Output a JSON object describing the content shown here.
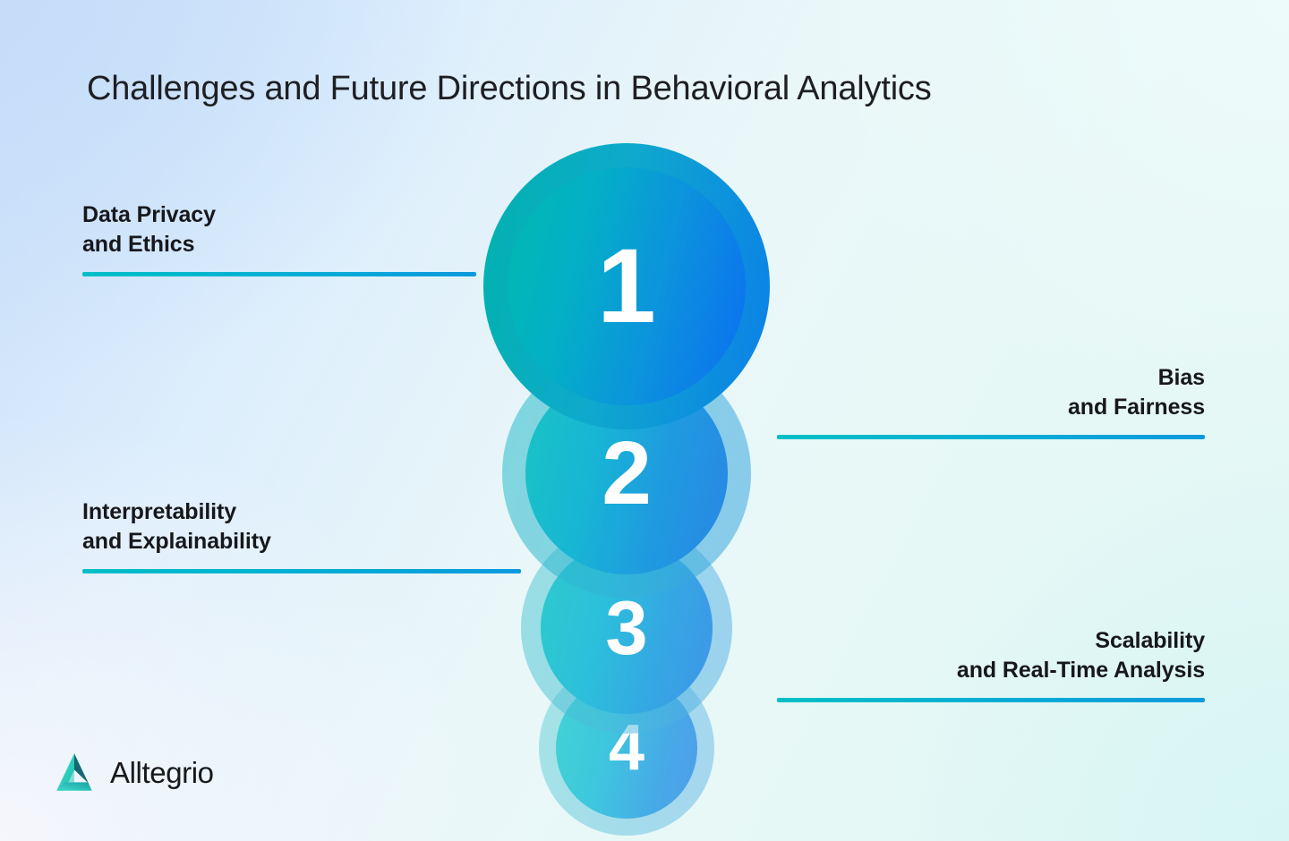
{
  "page": {
    "title": "Challenges and Future Directions in Behavioral Analytics",
    "background_colors": {
      "top_left": "#cadef9",
      "top_right": "#eefbfb",
      "bottom_right": "#e3f7f4",
      "bottom_left": "#f6f7fc"
    },
    "accent_gradient_start": "#00bfc6",
    "accent_gradient_end": "#0c9ade"
  },
  "steps": [
    {
      "number": "1",
      "label": "Data Privacy\nand Ethics",
      "side": "left",
      "disc_gradient_start": "#01b9b0",
      "disc_gradient_end": "#0b6ef2"
    },
    {
      "number": "2",
      "label": "Bias\nand Fairness",
      "side": "right",
      "disc_gradient_start": "#1ac4c4",
      "disc_gradient_end": "#2a86e4"
    },
    {
      "number": "3",
      "label": "Interpretability\nand Explainability",
      "side": "left",
      "disc_gradient_start": "#2ccbcd",
      "disc_gradient_end": "#3f95e8"
    },
    {
      "number": "4",
      "label": "Scalability\nand Real-Time Analysis",
      "side": "right",
      "disc_gradient_start": "#42d3d3",
      "disc_gradient_end": "#4f9dea"
    }
  ],
  "logo": {
    "wordmark": "Alltegrio",
    "mark_icon": "penrose-triangle-icon",
    "mark_color_light": "#45e3d0",
    "mark_color_dark": "#0f5f63"
  }
}
